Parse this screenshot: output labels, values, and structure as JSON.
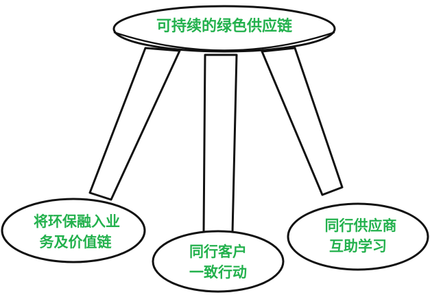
{
  "diagram": {
    "seat_label": "可持续的绿色供应链",
    "pillars": [
      {
        "line1": "将环保融入业",
        "line2": "务及价值链"
      },
      {
        "line1": "同行客户",
        "line2": "一致行动"
      },
      {
        "line1": "同行供应商",
        "line2": "互助学习"
      }
    ],
    "text_color": "#23b14d"
  }
}
